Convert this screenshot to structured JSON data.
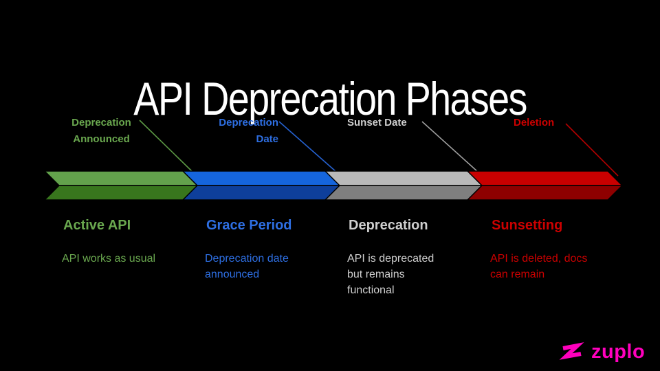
{
  "slide": {
    "title": "API Deprecation Phases",
    "title_color": "#ffffff",
    "background": "#000000"
  },
  "phases": [
    {
      "id": "active-api",
      "milestone": "Deprecation\nAnnounced",
      "name": "Active API",
      "description": "API works as usual",
      "text_color": "#6aa84f",
      "arrow_top_color": "#63a24c",
      "arrow_bottom_color": "#38761d",
      "line_color": "#5d9a45"
    },
    {
      "id": "grace-period",
      "milestone": "Deprecation\nDate",
      "name": "Grace Period",
      "description": "Deprecation date\nannounced",
      "text_color": "#2e6fe3",
      "arrow_top_color": "#1565dd",
      "arrow_bottom_color": "#0e3f9b",
      "line_color": "#2561cf"
    },
    {
      "id": "deprecation",
      "milestone": "Sunset Date",
      "name": "Deprecation",
      "description": "API is deprecated\nbut remains\nfunctional",
      "text_color": "#cfcfcf",
      "arrow_top_color": "#b9b9b9",
      "arrow_bottom_color": "#7f7f7f",
      "line_color": "#9e9e9e"
    },
    {
      "id": "sunsetting",
      "milestone": "Deletion",
      "name": "Sunsetting",
      "description": "API is deleted, docs\ncan remain",
      "text_color": "#cc0000",
      "arrow_top_color": "#c90000",
      "arrow_bottom_color": "#8e0000",
      "line_color": "#b40000"
    }
  ],
  "logo": {
    "text": "zuplo",
    "color": "#ff00bd",
    "mark": "zuplo-z-mark"
  }
}
